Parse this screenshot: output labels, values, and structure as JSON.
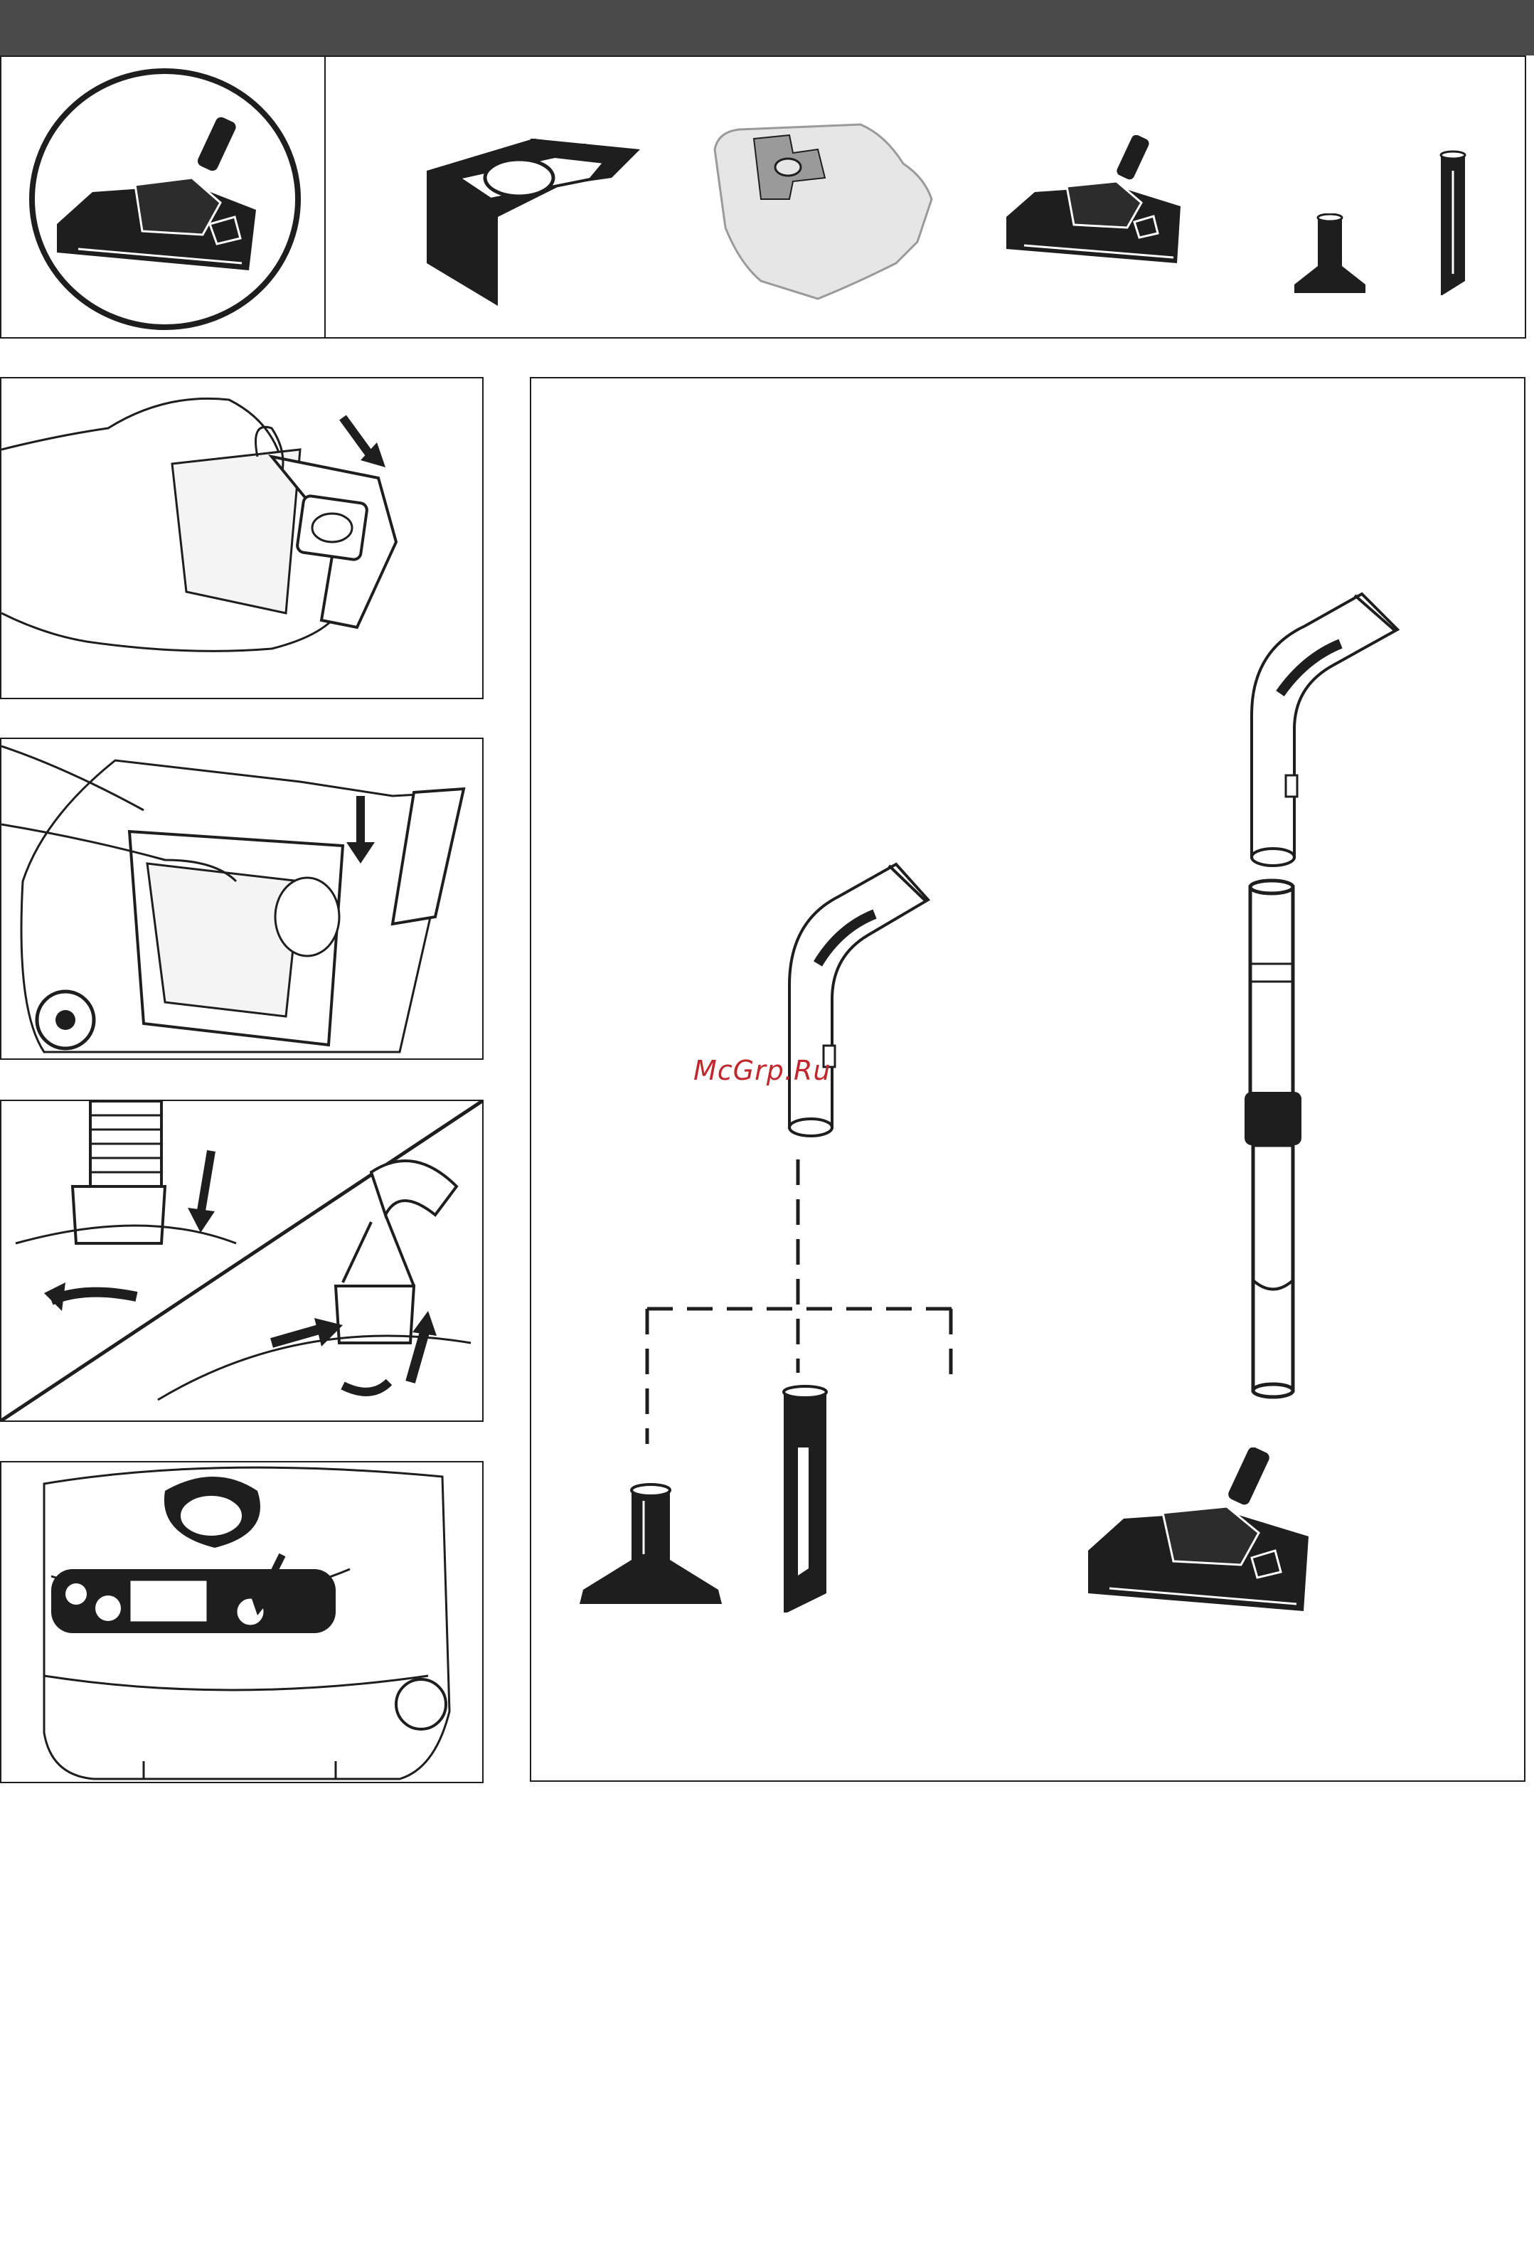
{
  "watermark": "McGrp.Ru",
  "colors": {
    "header_bar": "#4a4a4a",
    "line": "#1e1e1e",
    "part_fill": "#1e1e1e",
    "bag_fill": "#e6e6e6",
    "watermark": "#c0282d"
  },
  "icons": {
    "highlight": "floor-nozzle-icon",
    "accessories": [
      "bag-holder-icon",
      "dust-bag-icon",
      "floor-nozzle-icon",
      "upholstery-nozzle-icon",
      "crevice-tool-icon"
    ],
    "steps": [
      "insert-bag-holder-illustration",
      "place-bag-in-cleaner-illustration",
      "attach-hose-illustration",
      "power-button-illustration"
    ],
    "assembly": [
      "handle-icon",
      "upholstery-nozzle-icon",
      "crevice-tool-icon",
      "handle-icon",
      "telescopic-tube-icon",
      "floor-nozzle-icon"
    ]
  }
}
